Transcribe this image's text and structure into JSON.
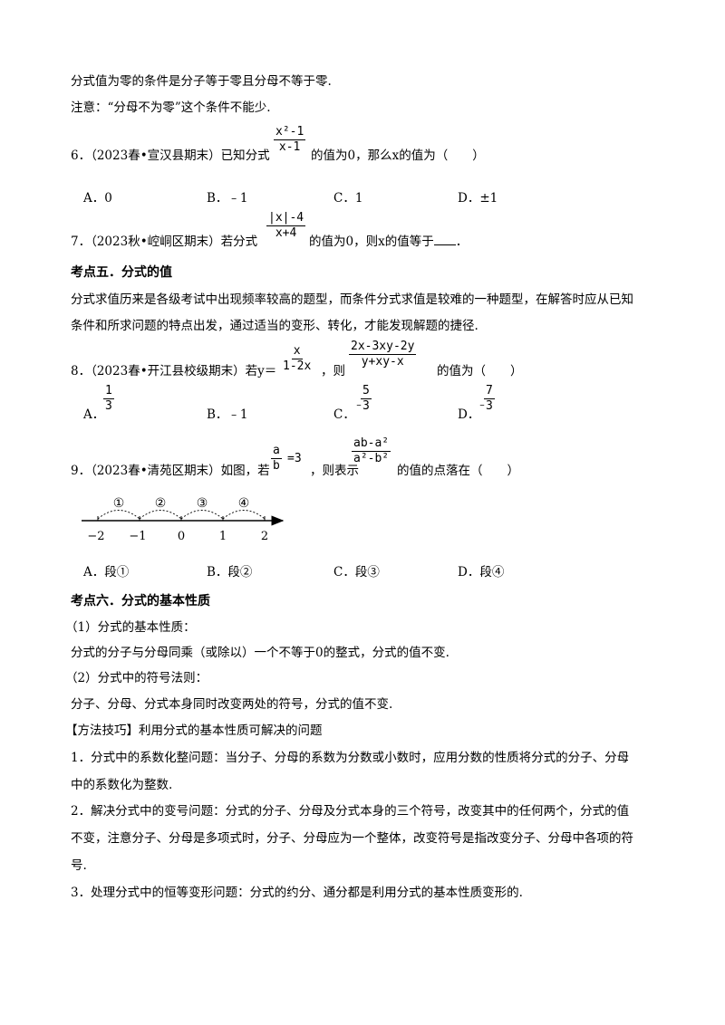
{
  "intro": {
    "line1": "分式值为零的条件是分子等于零且分母不等于零.",
    "line2": "注意：“分母不为零”这个条件不能少."
  },
  "q6": {
    "prefix": "6．（2023春•宣汉县期末）已知分式",
    "frac_num": "x²-1",
    "frac_den": "x-1",
    "suffix": "的值为0，那么x的值为（　　）",
    "options": [
      "A．0",
      "B．﹣1",
      "C．1",
      "D．±1"
    ]
  },
  "q7": {
    "prefix": "7．（2023秋•崆峒区期末）若分式",
    "frac_num": "|x|-4",
    "frac_den": "x+4",
    "suffix": "的值为0，则x的值等于",
    "end": "．"
  },
  "section5": {
    "heading": "考点五．分式的值",
    "p1": "分式求值历来是各级考试中出现频率较高的题型，而条件分式求值是较难的一种题型，在解答时应从已知",
    "p2": "条件和所求问题的特点出发，通过适当的变形、转化，才能发现解题的捷径."
  },
  "q8": {
    "prefix": "8．（2023春•开江县校级期末）若y＝",
    "frac1_num": "x",
    "frac1_den": "1-2x",
    "mid": "，则",
    "frac2_num": "2x-3xy-2y",
    "frac2_den": "y+xy-x",
    "suffix": "的值为（　　）",
    "options": [
      {
        "label": "A．",
        "num": "1",
        "den": "3",
        "sign": ""
      },
      {
        "label": "B．﹣1",
        "num": "",
        "den": "",
        "sign": ""
      },
      {
        "label": "C．",
        "num": "5",
        "den": "3",
        "sign": "﹣"
      },
      {
        "label": "D．",
        "num": "7",
        "den": "3",
        "sign": "﹣"
      }
    ]
  },
  "q9": {
    "prefix": "9．（2023春•清苑区期末）如图，若",
    "frac1_num": "a",
    "frac1_den": "b",
    "eq": "=3",
    "mid": "，则表示",
    "frac2_num": "ab-a²",
    "frac2_den": "a²-b²",
    "suffix": "的值的点落在（　　）",
    "segments": [
      "①",
      "②",
      "③",
      "④"
    ],
    "ticks": [
      "−2",
      "−1",
      "0",
      "1",
      "2"
    ],
    "options": [
      "A．段①",
      "B．段②",
      "C．段③",
      "D．段④"
    ]
  },
  "section6": {
    "heading": "考点六．分式的基本性质",
    "l1": "（1）分式的基本性质：",
    "l2": "分式的分子与分母同乘（或除以）一个不等于0的整式，分式的值不变.",
    "l3": "（2）分式中的符号法则：",
    "l4": "分子、分母、分式本身同时改变两处的符号，分式的值不变.",
    "l5": "【方法技巧】利用分式的基本性质可解决的问题",
    "l6": "1．分式中的系数化整问题：当分子、分母的系数为分数或小数时，应用分数的性质将分式的分子、分母",
    "l7": "中的系数化为整数.",
    "l8": "2．解决分式中的变号问题：分式的分子、分母及分式本身的三个符号，改变其中的任何两个，分式的值",
    "l9": "不变，注意分子、分母是多项式时，分子、分母应为一个整体，改变符号是指改变分子、分母中各项的符",
    "l10": "号.",
    "l11": "3．处理分式中的恒等变形问题：分式的约分、通分都是利用分式的基本性质变形的."
  }
}
